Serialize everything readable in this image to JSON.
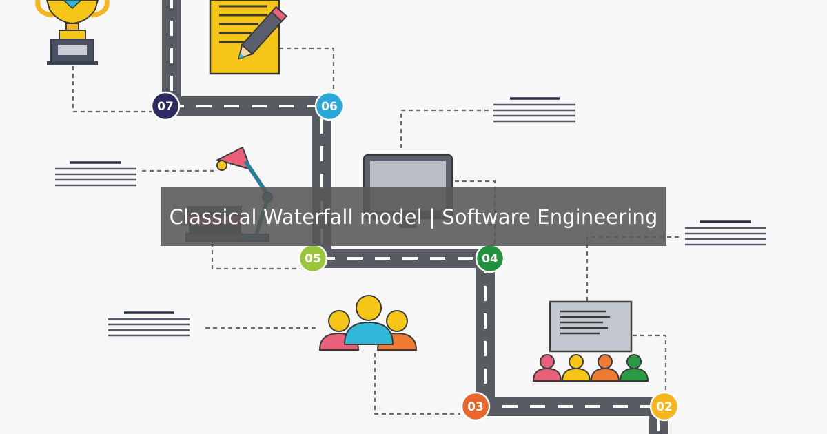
{
  "title": "Classical Waterfall model | Software Engineering",
  "steps": [
    {
      "num": "02",
      "color": "#f5b51f"
    },
    {
      "num": "03",
      "color": "#e8662b"
    },
    {
      "num": "04",
      "color": "#22913d"
    },
    {
      "num": "05",
      "color": "#9bc53d"
    },
    {
      "num": "06",
      "color": "#29a8d8"
    },
    {
      "num": "07",
      "color": "#2c2a5e"
    }
  ],
  "icons": [
    "trophy-icon",
    "document-pencil-icon",
    "desk-lamp-icon",
    "monitor-icon",
    "team-icon",
    "presentation-board-icon"
  ],
  "colors": {
    "background": "#f7f7f7",
    "road": "#585b62",
    "banner": "#585858",
    "yellow": "#f5c518",
    "pink": "#e8607a",
    "cyan": "#2fb8d8",
    "orange": "#ef7b34",
    "green": "#2a9a45"
  }
}
